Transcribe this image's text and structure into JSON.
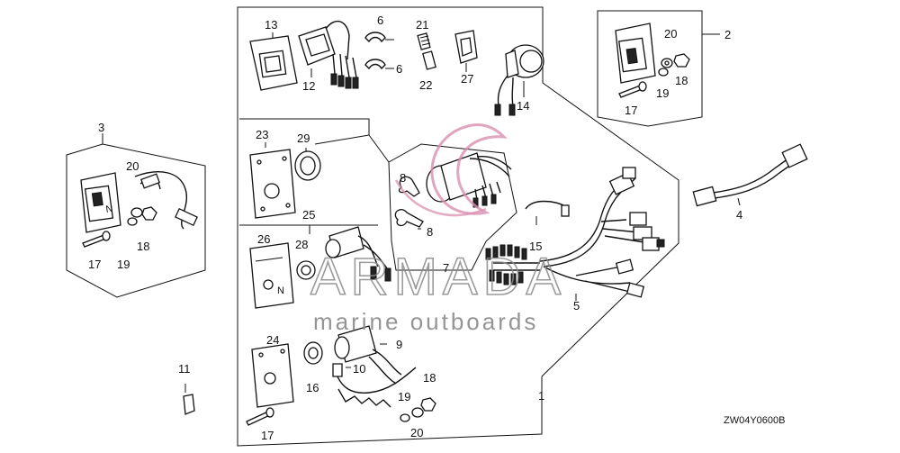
{
  "callouts": [
    {
      "id": "c13",
      "text": "13"
    },
    {
      "id": "c12",
      "text": "12"
    },
    {
      "id": "c6a",
      "text": "6"
    },
    {
      "id": "c6b",
      "text": "6"
    },
    {
      "id": "c21",
      "text": "21"
    },
    {
      "id": "c22",
      "text": "22"
    },
    {
      "id": "c27",
      "text": "27"
    },
    {
      "id": "c14",
      "text": "14"
    },
    {
      "id": "c2",
      "text": "2"
    },
    {
      "id": "c20a",
      "text": "20"
    },
    {
      "id": "c19a",
      "text": "19"
    },
    {
      "id": "c18a",
      "text": "18"
    },
    {
      "id": "c17a",
      "text": "17"
    },
    {
      "id": "c3",
      "text": "3"
    },
    {
      "id": "c20b",
      "text": "20"
    },
    {
      "id": "c18b",
      "text": "18"
    },
    {
      "id": "c19b",
      "text": "19"
    },
    {
      "id": "c17b",
      "text": "17"
    },
    {
      "id": "c23",
      "text": "23"
    },
    {
      "id": "c29",
      "text": "29"
    },
    {
      "id": "c25",
      "text": "25"
    },
    {
      "id": "c28",
      "text": "28"
    },
    {
      "id": "c26",
      "text": "26"
    },
    {
      "id": "c8a",
      "text": "8"
    },
    {
      "id": "c8b",
      "text": "8"
    },
    {
      "id": "c7",
      "text": "7"
    },
    {
      "id": "c15",
      "text": "15"
    },
    {
      "id": "c4",
      "text": "4"
    },
    {
      "id": "c5",
      "text": "5"
    },
    {
      "id": "c9",
      "text": "9"
    },
    {
      "id": "c10",
      "text": "10"
    },
    {
      "id": "c16",
      "text": "16"
    },
    {
      "id": "c24",
      "text": "24"
    },
    {
      "id": "c18c",
      "text": "18"
    },
    {
      "id": "c19c",
      "text": "19"
    },
    {
      "id": "c20c",
      "text": "20"
    },
    {
      "id": "c17c",
      "text": "17"
    },
    {
      "id": "c1",
      "text": "1"
    },
    {
      "id": "c11",
      "text": "11"
    }
  ],
  "diagram_code": "ZW04Y0600B",
  "panel_marks": {
    "n_mark": "N"
  },
  "watermark": {
    "brand": "ARMADA",
    "tagline": "marine outboards",
    "accent_color": "#d98fb0"
  }
}
